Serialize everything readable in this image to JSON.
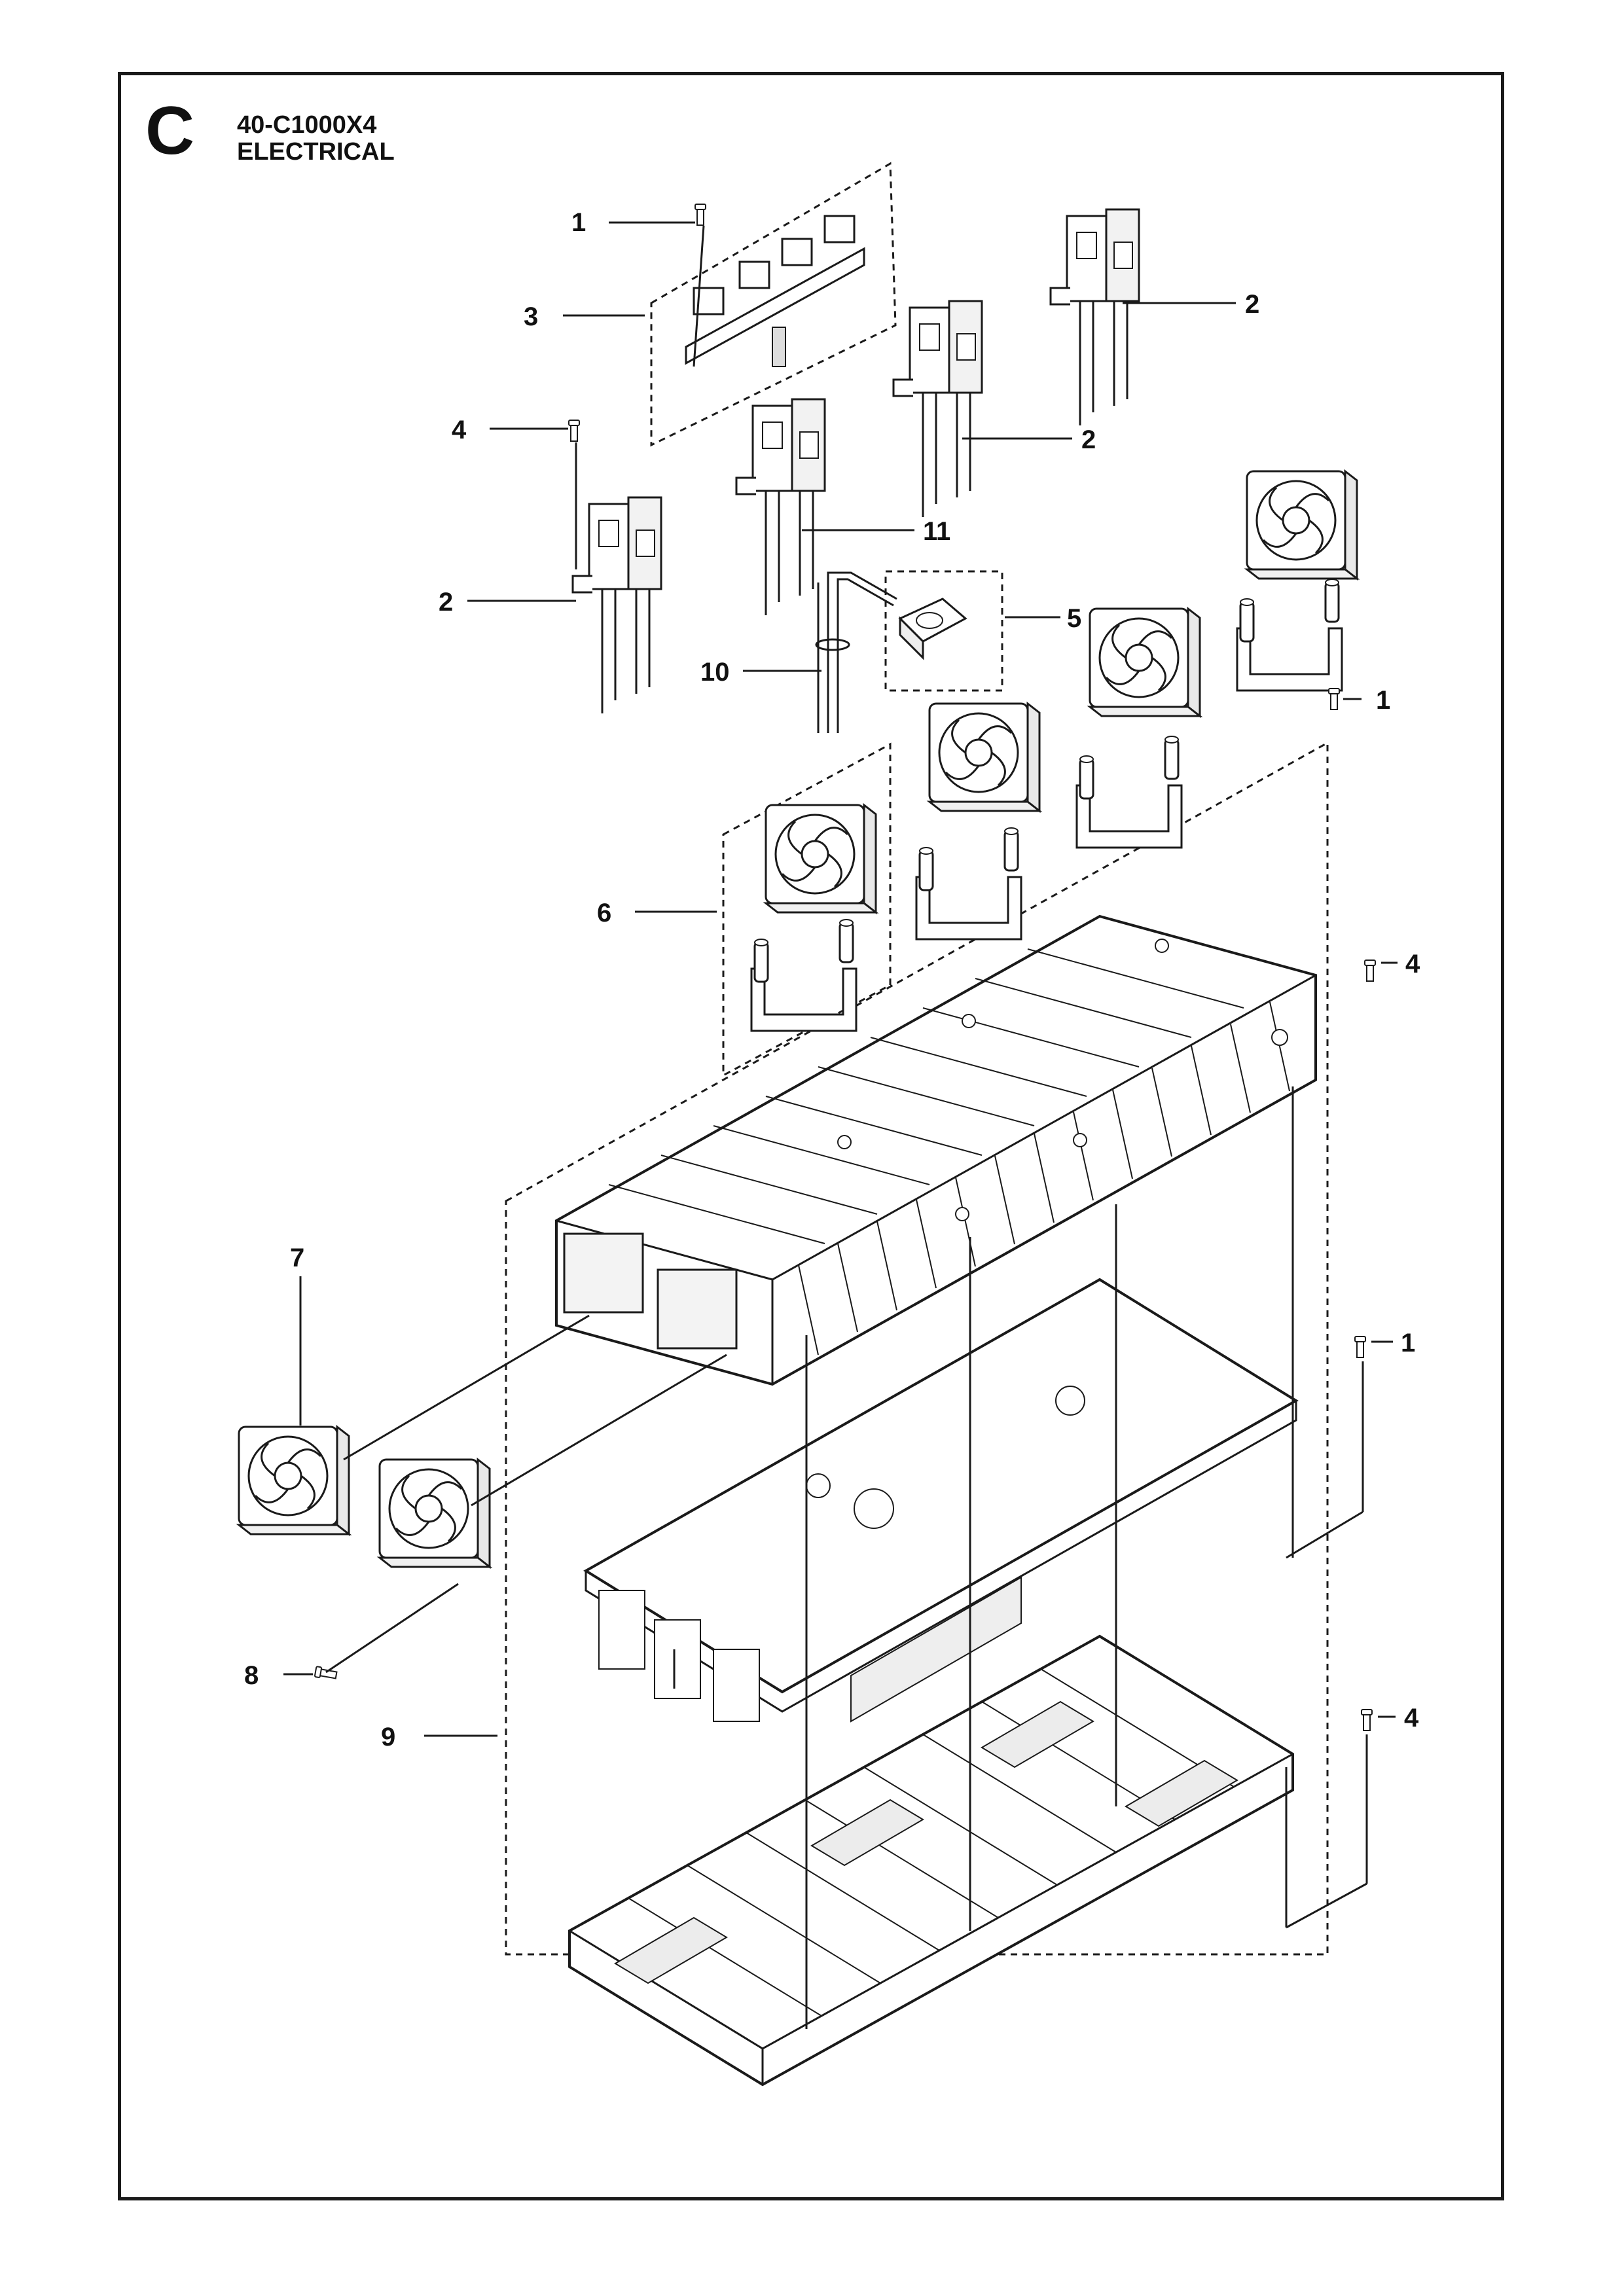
{
  "header": {
    "section_letter": "C",
    "model_code": "40-C1000X4",
    "title": "ELECTRICAL"
  },
  "callouts": [
    {
      "id": "c1a",
      "label": "1"
    },
    {
      "id": "c3",
      "label": "3"
    },
    {
      "id": "c2a",
      "label": "2"
    },
    {
      "id": "c4a",
      "label": "4"
    },
    {
      "id": "c2b",
      "label": "2"
    },
    {
      "id": "c11",
      "label": "11"
    },
    {
      "id": "c2c",
      "label": "2"
    },
    {
      "id": "c5",
      "label": "5"
    },
    {
      "id": "c10",
      "label": "10"
    },
    {
      "id": "c1b",
      "label": "1"
    },
    {
      "id": "c6",
      "label": "6"
    },
    {
      "id": "c4b",
      "label": "4"
    },
    {
      "id": "c7",
      "label": "7"
    },
    {
      "id": "c1c",
      "label": "1"
    },
    {
      "id": "c8",
      "label": "8"
    },
    {
      "id": "c9",
      "label": "9"
    },
    {
      "id": "c4c",
      "label": "4"
    }
  ],
  "colors": {
    "line": "#1a1a1a",
    "fill": "#ffffff",
    "shade": "#e6e6e6"
  }
}
